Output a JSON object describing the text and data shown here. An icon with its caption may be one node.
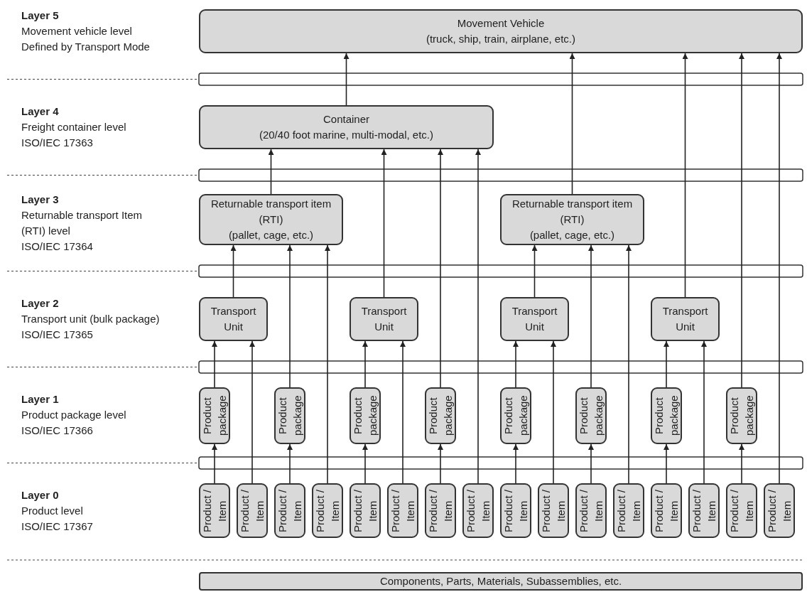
{
  "diagram": {
    "nodes": [
      {
        "text": [
          "Movement Vehicle",
          "(truck, ship, train, airplane, etc.)"
        ]
      },
      {
        "text": [
          "Container",
          "(20/40 foot marine, multi-modal, etc.)"
        ]
      },
      {
        "text": [
          "Returnable transport item (RTI)",
          "(pallet, cage, etc.)"
        ]
      },
      {
        "text": [
          "Returnable transport item (RTI)",
          "(pallet, cage, etc.)"
        ]
      },
      {
        "text": [
          "Transport Unit"
        ]
      },
      {
        "text": [
          "Transport Unit"
        ]
      },
      {
        "text": [
          "Transport Unit"
        ]
      },
      {
        "text": [
          "Transport Unit"
        ]
      },
      {
        "text": [
          "Product package"
        ]
      },
      {
        "text": [
          "Product package"
        ]
      },
      {
        "text": [
          "Product package"
        ]
      },
      {
        "text": [
          "Product package"
        ]
      },
      {
        "text": [
          "Product package"
        ]
      },
      {
        "text": [
          "Product package"
        ]
      },
      {
        "text": [
          "Product package"
        ]
      },
      {
        "text": [
          "Product package"
        ]
      },
      {
        "text": [
          "Product / Item"
        ]
      },
      {
        "text": [
          "Product / Item"
        ]
      },
      {
        "text": [
          "Product / Item"
        ]
      },
      {
        "text": [
          "Product / Item"
        ]
      },
      {
        "text": [
          "Product / Item"
        ]
      },
      {
        "text": [
          "Product / Item"
        ]
      },
      {
        "text": [
          "Product / Item"
        ]
      },
      {
        "text": [
          "Product / Item"
        ]
      },
      {
        "text": [
          "Product / Item"
        ]
      },
      {
        "text": [
          "Product / Item"
        ]
      },
      {
        "text": [
          "Product / Item"
        ]
      },
      {
        "text": [
          "Product / Item"
        ]
      },
      {
        "text": [
          "Product / Item"
        ]
      },
      {
        "text": [
          "Product / Item"
        ]
      },
      {
        "text": [
          "Product / Item"
        ]
      },
      {
        "text": [
          "Product / Item"
        ]
      },
      {
        "text": [
          "Components, Parts, Materials, Subassemblies, etc."
        ]
      }
    ],
    "edges": [
      {
        "from": 16,
        "to": 8,
        "arrow": "to"
      },
      {
        "from": 18,
        "to": 9,
        "arrow": "to"
      },
      {
        "from": 20,
        "to": 10,
        "arrow": "to"
      },
      {
        "from": 22,
        "to": 11,
        "arrow": "to"
      },
      {
        "from": 24,
        "to": 12,
        "arrow": "to"
      },
      {
        "from": 26,
        "to": 13,
        "arrow": "to"
      },
      {
        "from": 28,
        "to": 14,
        "arrow": "to"
      },
      {
        "from": 30,
        "to": 15,
        "arrow": "to"
      },
      {
        "from": 8,
        "to": 4,
        "arrow": "to"
      },
      {
        "from": 17,
        "to": 4,
        "arrow": "to"
      },
      {
        "from": 4,
        "to": 2,
        "arrow": "to"
      },
      {
        "from": 9,
        "to": 2,
        "arrow": "to"
      },
      {
        "from": 19,
        "to": 2,
        "arrow": "to"
      },
      {
        "from": 10,
        "to": 5,
        "arrow": "to"
      },
      {
        "from": 21,
        "to": 5,
        "arrow": "to"
      },
      {
        "from": 2,
        "to": 1,
        "arrow": "to"
      },
      {
        "from": 5,
        "to": 1,
        "arrow": "to"
      },
      {
        "from": 11,
        "to": 1,
        "arrow": "to"
      },
      {
        "from": 23,
        "to": 1,
        "arrow": "to"
      },
      {
        "from": 1,
        "to": 0,
        "arrow": "to"
      },
      {
        "from": 12,
        "to": 6,
        "arrow": "to"
      },
      {
        "from": 25,
        "to": 6,
        "arrow": "to"
      },
      {
        "from": 6,
        "to": 3,
        "arrow": "to"
      },
      {
        "from": 13,
        "to": 3,
        "arrow": "to"
      },
      {
        "from": 27,
        "to": 3,
        "arrow": "to"
      },
      {
        "from": 3,
        "to": 0,
        "arrow": "to"
      },
      {
        "from": 14,
        "to": 7,
        "arrow": "to"
      },
      {
        "from": 29,
        "to": 7,
        "arrow": "to"
      },
      {
        "from": 7,
        "to": 0,
        "arrow": "to"
      },
      {
        "from": 15,
        "to": 0,
        "arrow": "to"
      },
      {
        "from": 31,
        "to": 0,
        "arrow": "to"
      }
    ],
    "labels": [
      "Layer 5",
      "Movement vehicle level",
      "Defined by Transport Mode",
      "Layer 4",
      "Freight container level",
      "ISO/IEC 17363",
      "Layer 3",
      "Returnable transport Item",
      "(RTI) level",
      "ISO/IEC 17364",
      "Layer 2",
      "Transport unit (bulk package)",
      "ISO/IEC 17365",
      "Layer 1",
      "Product package level",
      "ISO/IEC 17366",
      "Layer 0",
      "Product level",
      "ISO/IEC 17367"
    ]
  }
}
